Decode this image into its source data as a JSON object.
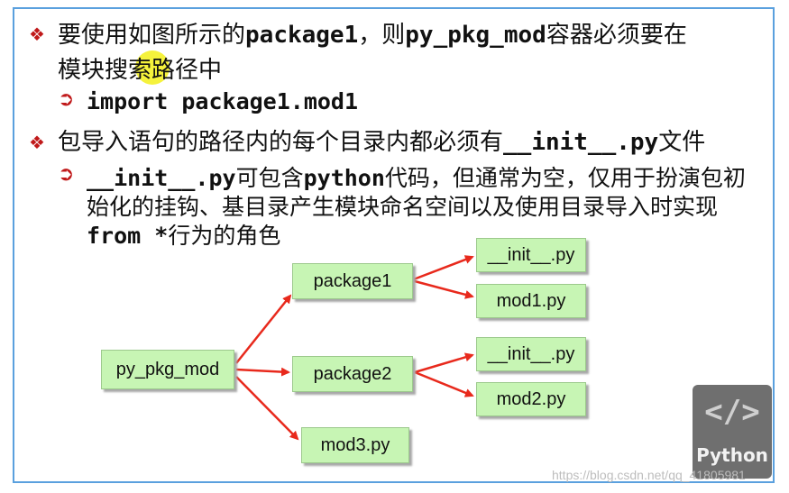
{
  "bullets": [
    {
      "prefix": "要使用如图所示的",
      "code1": "package1",
      "mid": "，则",
      "code2": "py_pkg_mod",
      "suffix": "容器必须要在",
      "line2": "模块搜索路径中"
    },
    {
      "code": "import package1.mod1"
    },
    {
      "prefix": "包导入语句的路径内的每个目录内都必须有",
      "code": "__init__.py",
      "suffix": "文件"
    },
    {
      "code1": "__init__.py",
      "text1": "可包含",
      "code2": "python",
      "text2": "代码，但通常为空，仅用于扮演包初",
      "line2": "始化的挂钩、基目录产生模块命名空间以及使用目录导入时实现",
      "code3": "from *",
      "text3": "行为的角色"
    }
  ],
  "diagram": {
    "root": "py_pkg_mod",
    "package1": "package1",
    "package2": "package2",
    "mod3": "mod3.py",
    "p1_init": "__init__.py",
    "mod1": "mod1.py",
    "p2_init": "__init__.py",
    "mod2": "mod2.py"
  },
  "logo": {
    "glyph": "</>",
    "text": "Python"
  },
  "watermark": "https://blog.csdn.net/qq_41805981",
  "colors": {
    "arrow": "#e8291c",
    "box": "#c7f5b4",
    "bullet": "#c0191a",
    "frame": "#5aa0de"
  }
}
